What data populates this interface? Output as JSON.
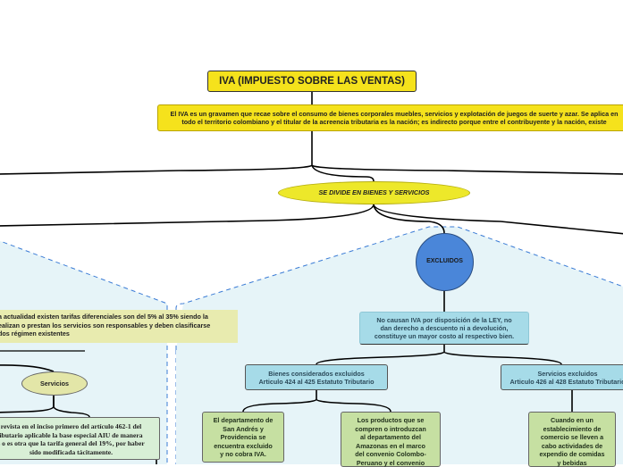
{
  "title": "IVA (IMPUESTO SOBRE LAS VENTAS)",
  "description_lines": [
    "El IVA es un gravamen que recae sobre el consumo de bienes corporales muebles, servicios y explotación de juegos de suerte y azar. Se aplica en",
    "todo el territorio colombiano y el titular de la acreencia tributaria es la nación; es indirecto porque entre el contribuyente y la nación, existe"
  ],
  "divide_label": "SE DIVIDE EN BIENES Y SERVICIOS",
  "excluidos_label": "EXCLUIDOS",
  "excluidos_desc_lines": [
    "No causan IVA por disposición de la LEY, no",
    "dan derecho a descuento ni a devolución,",
    "constituye un mayor costo al respectivo bien."
  ],
  "left_text_lines": [
    "a actualidad existen tarifas diferenciales son del 5% al 35% siendo la",
    "ealizan o prestan los servicios son responsables y deben clasificarse",
    "dos régimen existentes"
  ],
  "servicios_label": "Servicios",
  "left_serif_lines": [
    "revista en el inciso primero del artículo 462-1 del",
    "ibutario aplicable la base especial AIU de manera",
    "s o es otra que la tarifa general del 19%, por haber",
    "sido modificada tácitamente."
  ],
  "bienes_excluidos_lines": [
    "Bienes considerados excluidos",
    "Articulo 424 al 425 Estatuto Tributario"
  ],
  "servicios_excluidos_lines": [
    "Servicios excluidos",
    "Articulo 426 al 428 Estatuto Tributario"
  ],
  "san_andres_lines": [
    "El departamento de",
    "San Andrés y",
    "Providencia se",
    "encuentra excluido",
    "y no cobra IVA."
  ],
  "amazonas_lines": [
    "Los productos que se",
    "compren o introduzcan",
    "al departamento del",
    "Amazonas en el marco",
    "del convenio Colombo-",
    "Peruano y el convenio"
  ],
  "comercio_lines": [
    "Cuando en un",
    "establecimiento de",
    "comercio se lleven a",
    "cabo actividades de",
    "expendio de comidas",
    "y bebidas"
  ],
  "colors": {
    "yellow": "#f5e21c",
    "blue_circle": "#4a86d9",
    "light_blue": "#a6dbe8",
    "light_green": "#c6e0a2",
    "pale_yellow": "#e8ebaf",
    "dashed_region": "#e6f4f8",
    "dashed_line": "#3a7bd5"
  }
}
